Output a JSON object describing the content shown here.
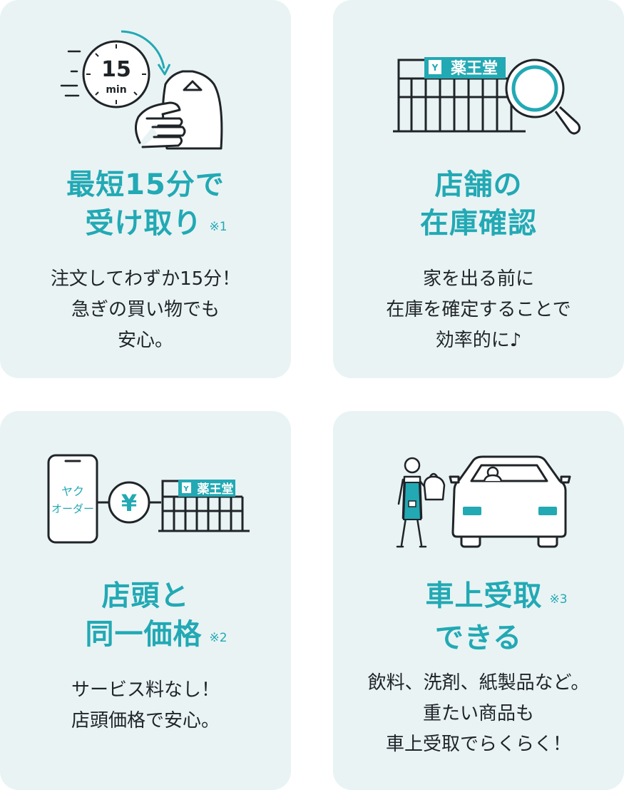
{
  "cards": [
    {
      "title_lines": [
        "最短15分で",
        "受け取り"
      ],
      "note": "※1",
      "desc_lines": [
        "注文してわずか15分！",
        "急ぎの買い物でも",
        "安心。"
      ],
      "illustration": {
        "timer_number": "15",
        "timer_unit": "min",
        "icons": [
          "stopwatch-icon",
          "shopping-bag-icon",
          "hand-icon"
        ]
      }
    },
    {
      "title_lines": [
        "店舗の",
        "在庫確認"
      ],
      "note": "",
      "desc_lines": [
        "家を出る前に",
        "在庫を確定することで",
        "効率的に♪"
      ],
      "illustration": {
        "store_sign": "薬王堂",
        "icons": [
          "store-icon",
          "magnifier-icon"
        ]
      }
    },
    {
      "title_lines": [
        "店頭と",
        "同一価格"
      ],
      "note": "※2",
      "desc_lines": [
        "サービス料なし！",
        "店頭価格で安心。"
      ],
      "illustration": {
        "phone_text_1": "ヤク",
        "phone_text_2": "オーダー",
        "currency": "¥",
        "store_sign": "薬王堂",
        "icons": [
          "smartphone-icon",
          "yen-coin-icon",
          "store-icon"
        ]
      }
    },
    {
      "title_lines": [
        "車上受取",
        "できる"
      ],
      "note": "※3",
      "desc_lines": [
        "飲料、洗剤、紙製品など。",
        "重たい商品も",
        "車上受取でらくらく！"
      ],
      "illustration": {
        "icons": [
          "staff-person-icon",
          "bag-icon",
          "car-icon"
        ]
      }
    }
  ],
  "colors": {
    "accent": "#22a9b4",
    "card_bg": "#e9f3f4",
    "text": "#1f2428",
    "line": "#1f2428"
  }
}
